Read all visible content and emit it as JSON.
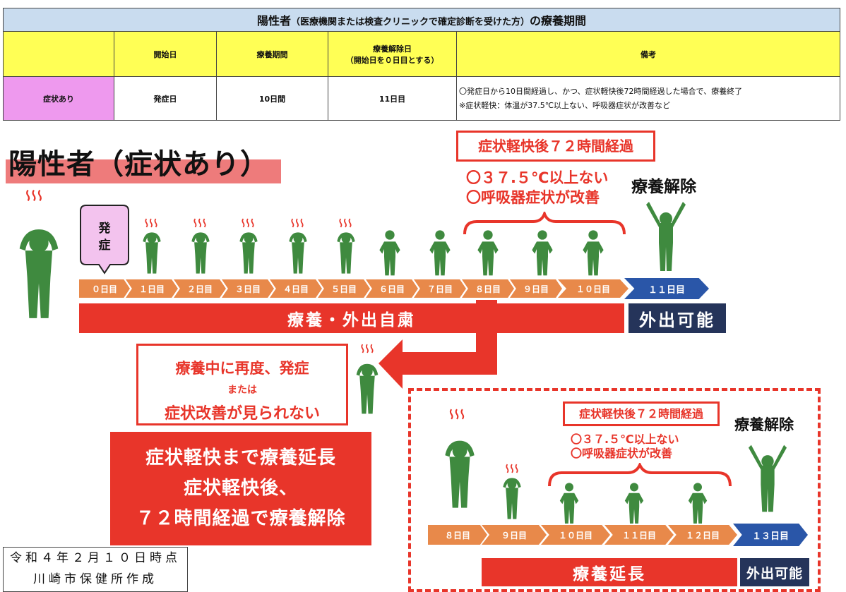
{
  "table": {
    "title_main": "陽性者",
    "title_paren": "（医療機関または検査クリニックで確定診断を受けた方）",
    "title_tail": "の療養期間",
    "headers": {
      "start": "開始日",
      "period": "療養期間",
      "release_line1": "療養解除日",
      "release_line2": "（開始日を０日目とする）",
      "remarks": "備考"
    },
    "row": {
      "label": "症状あり",
      "start": "発症日",
      "period": "10日間",
      "release": "11日目",
      "remark1": "〇発症日から10日間経過し、かつ、症状軽快後72時間経過した場合で、療養終了",
      "remark2": "※症状軽快：体温が37.5℃以上ない、呼吸器症状が改善など"
    }
  },
  "title": "陽性者（症状あり）",
  "top": {
    "box72": "症状軽快後７２時間経過",
    "cond1": "〇３７.５℃以上ない",
    "cond2": "〇呼吸器症状が改善",
    "release": "療養解除",
    "onset": "発症",
    "days": [
      "０日目",
      "１日目",
      "２日目",
      "３日目",
      "４日目",
      "５日目",
      "６日目",
      "７日目",
      "８日目",
      "９日目",
      "１０日目"
    ],
    "day_release": "１１日目",
    "bar_main": "療養・外出自粛",
    "bar_free": "外出可能"
  },
  "middle": {
    "reoccur1": "療養中に再度、発症",
    "reoccur2": "または",
    "reoccur3": "症状改善が見られない",
    "ext1": "症状軽快まで療養延長",
    "ext2": "症状軽快後、",
    "ext3": "７２時間経過で療養解除"
  },
  "bottom": {
    "box72": "症状軽快後７２時間経過",
    "cond1": "〇３７.５℃以上ない",
    "cond2": "〇呼吸器症状が改善",
    "release": "療養解除",
    "days": [
      "８日目",
      "９日目",
      "１０日目",
      "１１日目",
      "１２日目"
    ],
    "day_release": "１３日目",
    "bar_main": "療養延長",
    "bar_free": "外出可能"
  },
  "note": {
    "line1": "令和４年２月１０日時点",
    "line2": "川崎市保健所作成"
  },
  "colors": {
    "red": "#e8352a",
    "orange": "#e8894a",
    "blue": "#2a56a8",
    "navy": "#25345a",
    "green": "#3f8a3f",
    "pink": "#ee99ee",
    "yellow": "#ffff55",
    "header_blue": "#c9dcef"
  }
}
